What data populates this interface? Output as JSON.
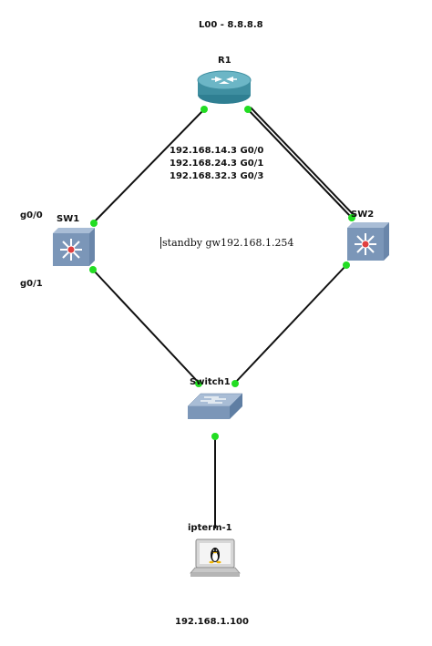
{
  "annotations": {
    "loopback": "L00 - 8.8.8.8",
    "r1_iface_1": "192.168.14.3   G0/0",
    "r1_iface_2": "192.168.24.3 G0/1",
    "r1_iface_3": "192.168.32.3 G0/3",
    "sw1_port_top": "g0/0",
    "sw1_port_bottom": "g0/1",
    "standby": "standby gw192.168.1.254",
    "host_ip": "192.168.1.100"
  },
  "nodes": {
    "r1": {
      "label": "R1",
      "icon": "router-icon"
    },
    "sw1": {
      "label": "SW1",
      "icon": "multilayer-switch-icon"
    },
    "sw2": {
      "label": "SW2",
      "icon": "multilayer-switch-icon"
    },
    "switch1": {
      "label": "Switch1",
      "icon": "ethernet-switch-icon"
    },
    "ipterm": {
      "label": "ipterm-1",
      "icon": "linux-terminal-icon"
    }
  },
  "colors": {
    "link": "#111111",
    "port_up": "#22dd22",
    "router": "#3e8ea0",
    "switch": "#7b96b8"
  }
}
